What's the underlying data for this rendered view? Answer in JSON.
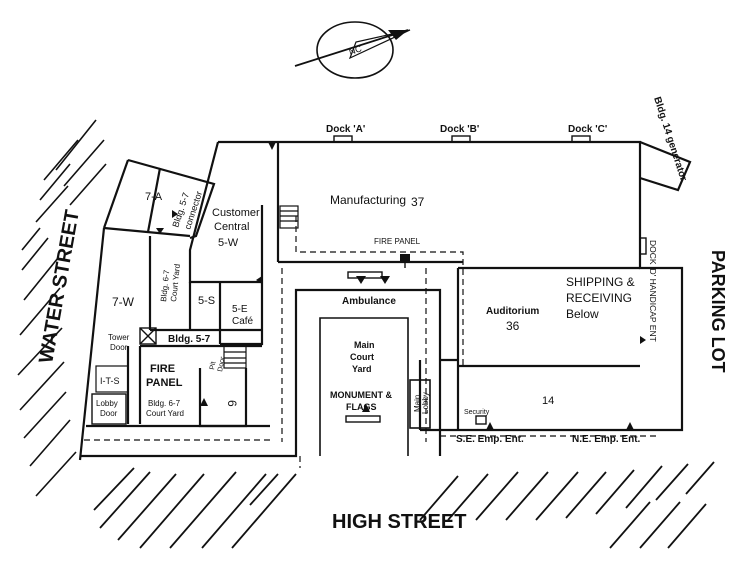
{
  "compass": {
    "label": "NC"
  },
  "streets": {
    "water": "WATER STREET",
    "high": "HIGH STREET",
    "parking": "PARKING LOT"
  },
  "docks": {
    "a": "Dock 'A'",
    "b": "Dock 'B'",
    "c": "Dock 'C'",
    "d": "DOCK 'D' HANDICAP ENT"
  },
  "generator": "Bldg. 14 generator",
  "buildings": {
    "manufacturing_name": "Manufacturing",
    "manufacturing_num": "37",
    "customer_1": "Customer",
    "customer_2": "Central",
    "customer_3": "5-W",
    "bldg57conn_1": "Bldg. 5-7",
    "bldg57conn_2": "connector",
    "b7a": "7-A",
    "b67_top_1": "Bldg. 6-7",
    "b67_top_2": "Court Yard",
    "b7w": "7-W",
    "b5s": "5-S",
    "cafe_1": "5-E",
    "cafe_2": "Café",
    "tower_1": "Tower",
    "tower_2": "Door",
    "bldg57": "Bldg. 5-7",
    "fire_panel_1": "FIRE",
    "fire_panel_2": "PANEL",
    "pit_1": "Pit",
    "pit_2": "Door",
    "b6": "6",
    "its": "I-T-S",
    "lobby_1": "Lobby",
    "lobby_2": "Door",
    "b67_bot_1": "Bldg. 6-7",
    "b67_bot_2": "Court Yard",
    "auditorium": "Auditorium",
    "auditorium_num": "36",
    "shipping_1": "SHIPPING &",
    "shipping_2": "RECEIVING",
    "shipping_3": "Below",
    "b14": "14",
    "fire_panel_top": "FIRE PANEL",
    "ambulance": "Ambulance",
    "court_1": "Main",
    "court_2": "Court",
    "court_3": "Yard",
    "monument_1": "MONUMENT &",
    "monument_2": "FLAGS",
    "main_lobby_1": "Main",
    "main_lobby_2": "Lobby",
    "security": "Security",
    "se_ent": "S.E. Emp. Ent.",
    "ne_ent": "N.E. Emp. Ent."
  }
}
